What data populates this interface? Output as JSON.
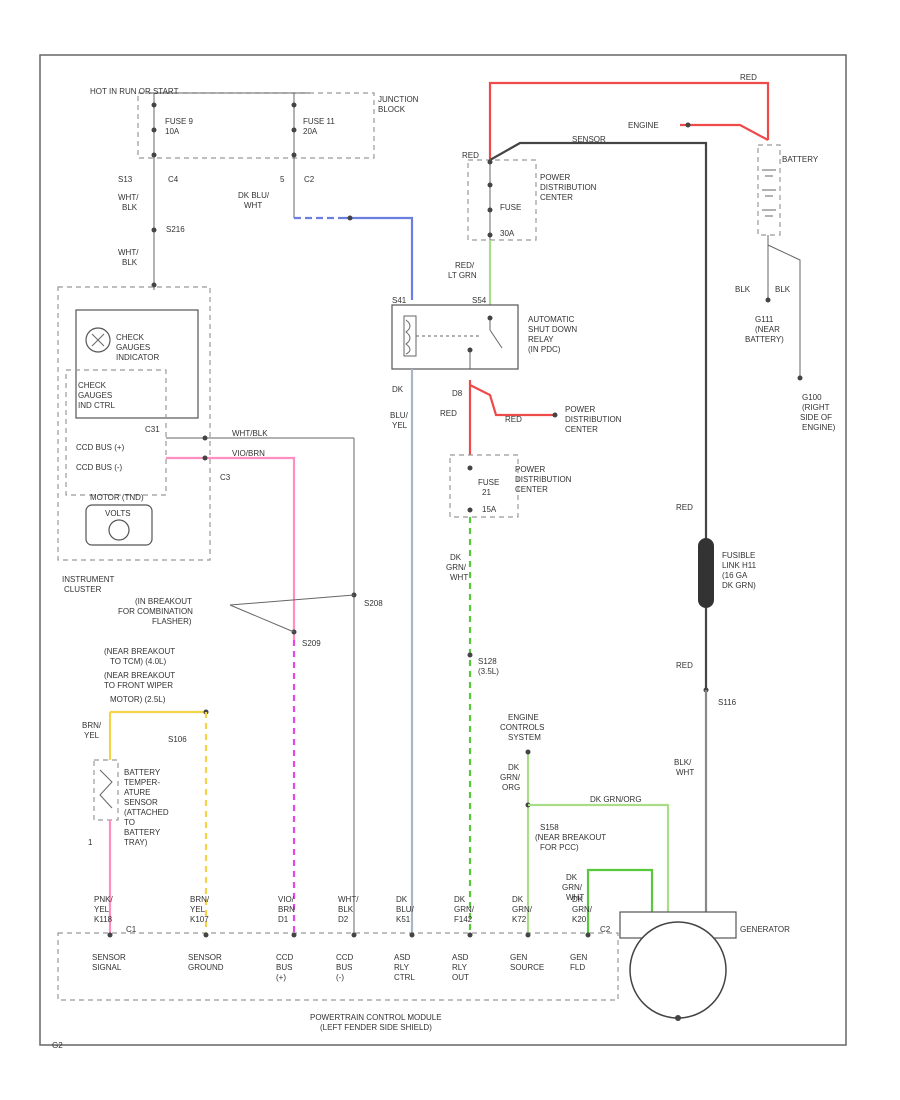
{
  "colors": {
    "red": "#ee4a4a",
    "blue": "#6a7fe0",
    "green": "#58c83c",
    "light_green": "#a9dd88",
    "pink": "#ff8fc0",
    "magenta": "#e24ae2",
    "yellow": "#f2d44a",
    "gray": "#888888",
    "black": "#444444"
  },
  "junction_block": {
    "feed": "HOT IN RUN OR START",
    "fuse9": "FUSE 9",
    "fuse9_amp": "10A",
    "fuse11": "FUSE 11",
    "fuse11_amp": "20A",
    "name": "JUNCTION",
    "name2": "BLOCK",
    "pin_left_a": "S13",
    "pin_left_b": "C4",
    "pin_right_a": "5",
    "pin_right_b": "C2"
  },
  "wires": {
    "wht_blk_1": "WHT/",
    "wht_blk_2": "BLK",
    "splice_s216": "S216",
    "dk_blu_wht_1": "DK BLU/",
    "dk_blu_wht_2": "WHT",
    "red_lt_grn_1": "RED/",
    "red_lt_grn_2": "LT GRN",
    "dk_blu_yel_1": "DK",
    "dk_blu_yel_2": "BLU/",
    "dk_blu_yel_3": "YEL",
    "dk_red_1": "D8",
    "dk_red_2": "RED",
    "red_label": "RED",
    "dk_grn_wht_1": "DK",
    "dk_grn_wht_2": "GRN/",
    "dk_grn_wht_3": "WHT",
    "red_fusible": "RED",
    "red_bottom": "RED",
    "blk_wht_1": "BLK/",
    "blk_wht_2": "WHT",
    "splice_s116": "S116",
    "splice_s128": "S128",
    "splice_s128_note": "(3.5L)",
    "dk_grn_org_1": "DK",
    "dk_grn_org_2": "GRN/",
    "dk_grn_org_3": "ORG",
    "dk_grn_org_top": "DK GRN/ORG",
    "splice_s158": "S158",
    "s158_note_1": "(NEAR BREAKOUT",
    "s158_note_2": "FOR PCC)",
    "dk_grn_wht_b1": "DK",
    "dk_grn_wht_b2": "GRN/",
    "dk_grn_wht_b3": "WHT",
    "brn_yel_1": "BRN/",
    "brn_yel_2": "YEL",
    "s106": "S106",
    "splice_s209": "S209",
    "splice_s208": "S208",
    "wht_blk_top": "WHT/BLK",
    "violet_brn": "VIO/BRN",
    "ccd_plus": "CCD BUS(+)",
    "ccd_minus": "CCD BUS(-)"
  },
  "battery": {
    "label": "BATTERY",
    "engine_1": "ENGINE",
    "engine_2": "SENSOR",
    "red_top": "RED",
    "blk_a": "BLK",
    "blk_b": "BLK",
    "g111_1": "G111",
    "g111_2": "(NEAR",
    "g111_3": "BATTERY)",
    "g100_1": "G100",
    "g100_2": "(RIGHT",
    "g100_3": "SIDE OF",
    "g100_4": "ENGINE)"
  },
  "pdc_top": {
    "line1": "POWER",
    "line2": "DISTRIBUTION",
    "line3": "CENTER",
    "fuse": "FUSE",
    "amp": "30A",
    "pin": "RED"
  },
  "asd_relay": {
    "line1": "AUTOMATIC",
    "line2": "SHUT DOWN",
    "line3": "RELAY",
    "line4": "(IN PDC)",
    "pin_left": "S41",
    "pin_right": "S54"
  },
  "pdc_mid": {
    "line1": "POWER",
    "line2": "DISTRIBUTION",
    "line3": "CENTER"
  },
  "pdc_low": {
    "line1": "POWER",
    "line2": "DISTRIBUTION",
    "line3": "CENTER",
    "fuse": "FUSE",
    "fuse_num": "21",
    "amp": "15A"
  },
  "fusible": {
    "line1": "FUSIBLE",
    "line2": "LINK H11",
    "line3": "(16 GA",
    "line4": "DK GRN)"
  },
  "instrument_cluster": {
    "check_gauges_indicator_1": "CHECK",
    "check_gauges_indicator_2": "GAUGES",
    "check_gauges_indicator_3": "INDICATOR",
    "check_gauges_ind_ctrl_1": "CHECK",
    "check_gauges_ind_ctrl_2": "GAUGES",
    "check_gauges_ind_ctrl_3": "IND CTRL",
    "ccd_bus_plus": "CCD BUS (+)",
    "ccd_bus_minus": "CCD BUS (-)",
    "motor": "MOTOR (TND)",
    "volts": "VOLTS",
    "name_1": "INSTRUMENT",
    "name_2": "CLUSTER",
    "pin_a": "C31",
    "pin_c3": "C3"
  },
  "notes": {
    "combination_1": "(IN BREAKOUT",
    "combination_2": "FOR COMBINATION",
    "combination_3": "FLASHER)",
    "tcm_1": "(NEAR BREAKOUT",
    "tcm_2": "TO TCM) (4.0L)",
    "tcm_3": "(NEAR BREAKOUT",
    "tcm_4": "TO FRONT WIPER",
    "tcm_5": "MOTOR) (2.5L)",
    "ecs_1": "ENGINE",
    "ecs_2": "CONTROLS",
    "ecs_3": "SYSTEM"
  },
  "battery_sensor": {
    "line1": "BATTERY",
    "line2": "TEMPER-",
    "line3": "ATURE",
    "line4": "SENSOR",
    "line5": "(ATTACHED",
    "line6": "TO",
    "line7": "BATTERY",
    "line8": "TRAY)",
    "pin": "1",
    "pink_yel_1": "PNK/",
    "pink_yel_2": "YEL"
  },
  "pcm": {
    "name_1": "POWERTRAIN CONTROL MODULE",
    "name_2": "(LEFT FENDER SIDE SHIELD)",
    "columns": [
      {
        "wire_1": "PNK/",
        "wire_2": "YEL",
        "wire_3": "K118",
        "label_1": "SENSOR",
        "label_2": "SIGNAL",
        "label_3": ""
      },
      {
        "wire_1": "BRN/",
        "wire_2": "YEL",
        "wire_3": "K107",
        "label_1": "SENSOR",
        "label_2": "GROUND",
        "label_3": ""
      },
      {
        "wire_1": "VIO/",
        "wire_2": "BRN",
        "wire_3": "D1",
        "label_1": "CCD",
        "label_2": "BUS",
        "label_3": "(+)"
      },
      {
        "wire_1": "WHT/",
        "wire_2": "BLK",
        "wire_3": "D2",
        "label_1": "CCD",
        "label_2": "BUS",
        "label_3": "(-)"
      },
      {
        "wire_1": "DK",
        "wire_2": "BLU/",
        "wire_3": "K51",
        "label_1": "ASD",
        "label_2": "RLY",
        "label_3": "CTRL"
      },
      {
        "wire_1": "DK",
        "wire_2": "GRN/",
        "wire_3": "F142",
        "label_1": "ASD",
        "label_2": "RLY",
        "label_3": "OUT"
      },
      {
        "wire_1": "DK",
        "wire_2": "GRN/",
        "wire_3": "K72",
        "label_1": "GEN",
        "label_2": "SOURCE",
        "label_3": ""
      },
      {
        "wire_1": "DK",
        "wire_2": "GRN/",
        "wire_3": "K20",
        "label_1": "GEN",
        "label_2": "FLD",
        "label_3": ""
      }
    ],
    "connectors": {
      "c1": "C1",
      "c2": "C2"
    }
  },
  "generator": {
    "label": "GENERATOR"
  },
  "figure_id": "G2"
}
